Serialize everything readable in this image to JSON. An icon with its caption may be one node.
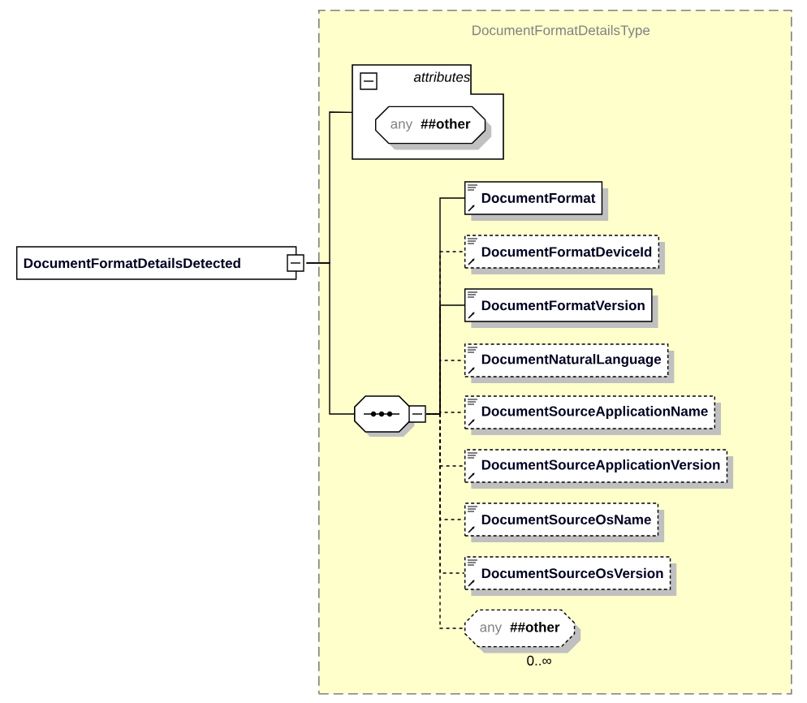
{
  "diagram": {
    "nodes": [
      {
        "text": [
          "DocumentFormatDetailsDetected"
        ]
      },
      {
        "text": [
          "DocumentFormatDetailsType"
        ]
      },
      {
        "text": [
          "attributes"
        ],
        "in": 1
      },
      {
        "text": [
          "any",
          "##other"
        ],
        "in": 2
      },
      {
        "text": [],
        "shape": "octagon",
        "in": 1
      },
      {
        "text": [
          "DocumentFormat"
        ],
        "in": 1
      },
      {
        "text": [
          "DocumentFormatDeviceId"
        ],
        "in": 1
      },
      {
        "text": [
          "DocumentFormatVersion"
        ],
        "in": 1
      },
      {
        "text": [
          "DocumentNaturalLanguage"
        ],
        "in": 1
      },
      {
        "text": [
          "DocumentSourceApplicationName"
        ],
        "in": 1
      },
      {
        "text": [
          "DocumentSourceApplicationVersion"
        ],
        "in": 1
      },
      {
        "text": [
          "DocumentSourceOsName"
        ],
        "in": 1
      },
      {
        "text": [
          "DocumentSourceOsVersion"
        ],
        "in": 1
      },
      {
        "text": [
          "any",
          "##other"
        ],
        "beside": [
          "0..∞"
        ],
        "in": 1
      }
    ],
    "edges": [
      {
        "from": 0,
        "to": 2,
        "arrow": "none"
      },
      {
        "from": 0,
        "to": 4,
        "arrow": "none"
      },
      {
        "from": 4,
        "to": 5,
        "arrow": "none"
      },
      {
        "from": 4,
        "to": 6,
        "arrow": "none",
        "style": "dashed"
      },
      {
        "from": 4,
        "to": 7,
        "arrow": "none"
      },
      {
        "from": 4,
        "to": 8,
        "arrow": "none",
        "style": "dashed"
      },
      {
        "from": 4,
        "to": 9,
        "arrow": "none",
        "style": "dashed"
      },
      {
        "from": 4,
        "to": 10,
        "arrow": "none",
        "style": "dashed"
      },
      {
        "from": 4,
        "to": 11,
        "arrow": "none",
        "style": "dashed"
      },
      {
        "from": 4,
        "to": 12,
        "arrow": "none",
        "style": "dashed"
      },
      {
        "from": 4,
        "to": 13,
        "arrow": "none",
        "style": "dashed"
      }
    ]
  }
}
